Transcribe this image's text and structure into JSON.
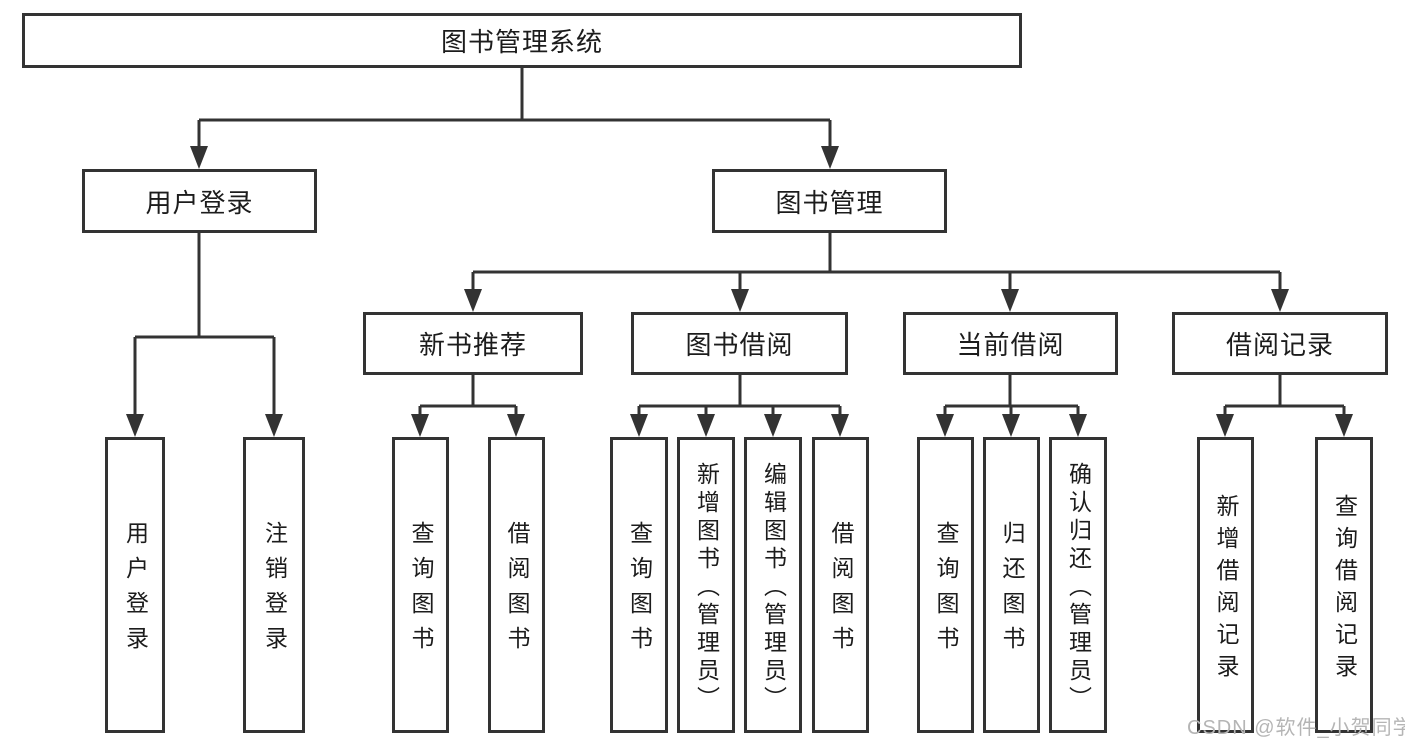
{
  "diagram": {
    "title": "图书管理系统",
    "level2": {
      "user_login": "用户登录",
      "book_management": "图书管理"
    },
    "level3": {
      "new_book_recommend": "新书推荐",
      "book_borrowing": "图书借阅",
      "current_borrowing": "当前借阅",
      "borrowing_records": "借阅记录"
    },
    "leaves": {
      "user_login": "用户登录",
      "logout": "注销登录",
      "nb_query_books": "查询图书",
      "nb_borrow_books": "借阅图书",
      "bb_query_books": "查询图书",
      "bb_add_books": "新增图书（管理员）",
      "bb_edit_books": "编辑图书（管理员）",
      "bb_borrow_books": "借阅图书",
      "cb_query_books": "查询图书",
      "cb_return_books": "归还图书",
      "cb_confirm_return": "确认归还（管理员）",
      "br_add_record": "新增借阅记录",
      "br_query_record": "查询借阅记录"
    }
  },
  "watermark": "CSDN @软件_小贺同学",
  "colors": {
    "line": "#333333",
    "text": "#1c1c1c",
    "watermark": "#b5b5b5",
    "background": "#ffffff"
  }
}
